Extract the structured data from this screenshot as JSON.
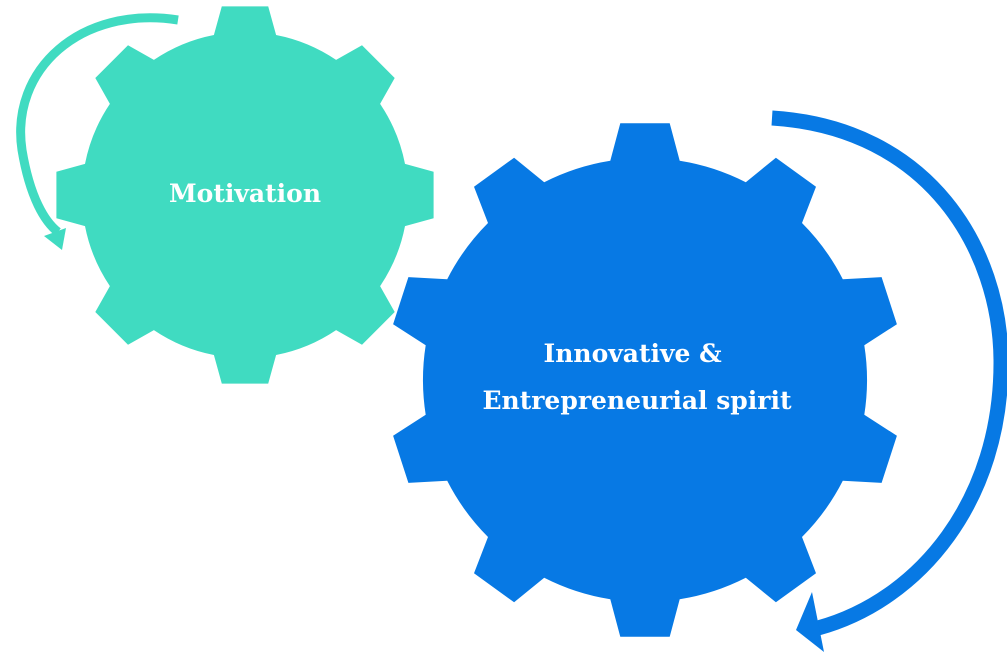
{
  "gears": [
    {
      "id": "small",
      "label_lines": [
        "Motivation"
      ],
      "color": "#40DBC1",
      "icon": "gear-icon",
      "rotation_arrow": "counterclockwise-arrow-icon"
    },
    {
      "id": "large",
      "label_lines": [
        "Innovative &",
        "Entrepreneurial spirit"
      ],
      "color": "#0779E4",
      "icon": "gear-icon",
      "rotation_arrow": "clockwise-arrow-icon"
    }
  ]
}
